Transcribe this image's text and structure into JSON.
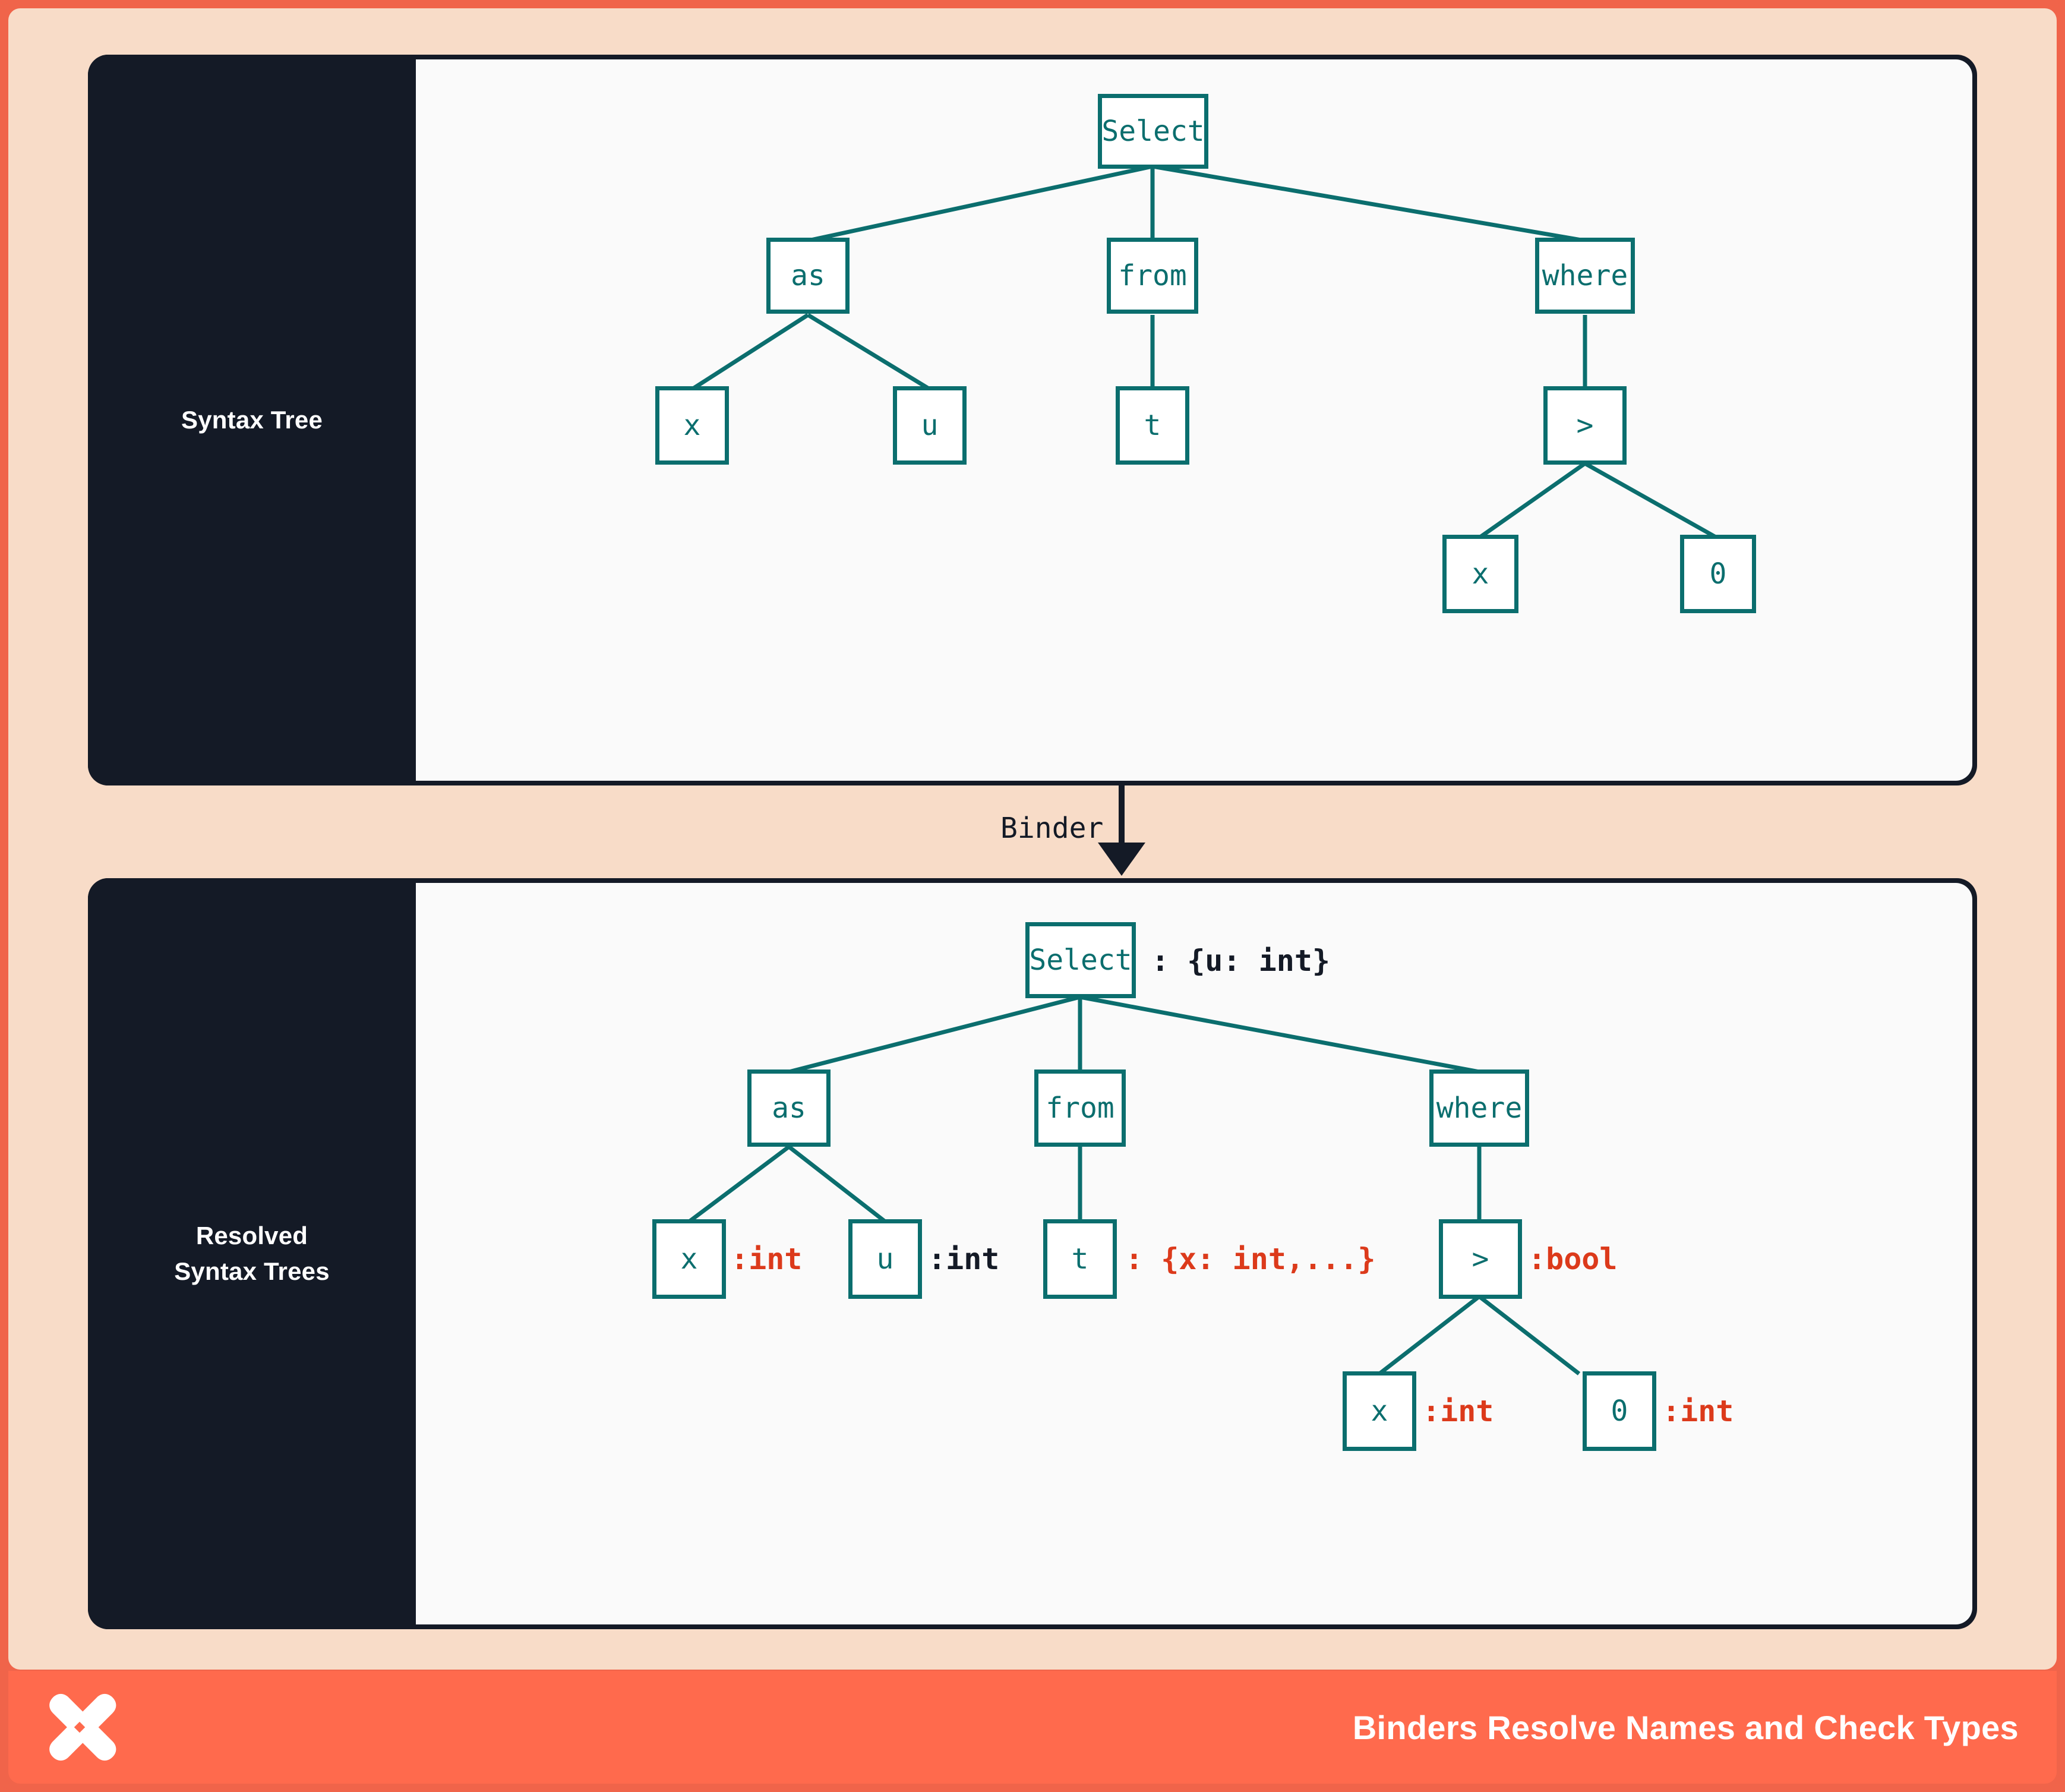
{
  "theme": {
    "outer_border": "#f0644a",
    "background": "#f8dcc8",
    "card_border": "#141a26",
    "sidebar": "#141a26",
    "stage": "#fafafa",
    "node_stroke": "#0b6e6e",
    "annotation_red": "#dc3a1b",
    "annotation_dark": "#141a26",
    "footer": "#ff6a4d"
  },
  "panels": {
    "top": {
      "sidebar_label_line1": "Syntax Tree"
    },
    "bottom": {
      "sidebar_label_line1": "Resolved",
      "sidebar_label_line2": "Syntax Trees"
    }
  },
  "binder": {
    "label": "Binder"
  },
  "syntax_tree": {
    "nodes": {
      "root": "Select",
      "as": "as",
      "from": "from",
      "where": "where",
      "as_x": "x",
      "as_u": "u",
      "from_t": "t",
      "gt": ">",
      "gt_x": "x",
      "gt_0": "0"
    }
  },
  "resolved_syntax_tree": {
    "nodes": {
      "root": "Select",
      "as": "as",
      "from": "from",
      "where": "where",
      "as_x": "x",
      "as_u": "u",
      "from_t": "t",
      "gt": ">",
      "gt_x": "x",
      "gt_0": "0"
    },
    "annotations": {
      "root": ": {u: int}",
      "as_x": ":int",
      "as_u": ":int",
      "from_t": ": {x: int,...}",
      "gt": ":bool",
      "gt_x": ":int",
      "gt_0": ":int"
    },
    "annotation_colors": {
      "root": "dark",
      "as_x": "red",
      "as_u": "dark",
      "from_t": "red",
      "gt": "red",
      "gt_x": "red",
      "gt_0": "red"
    }
  },
  "footer": {
    "title": "Binders Resolve Names and Check Types",
    "logo": "x-mark-logo"
  }
}
